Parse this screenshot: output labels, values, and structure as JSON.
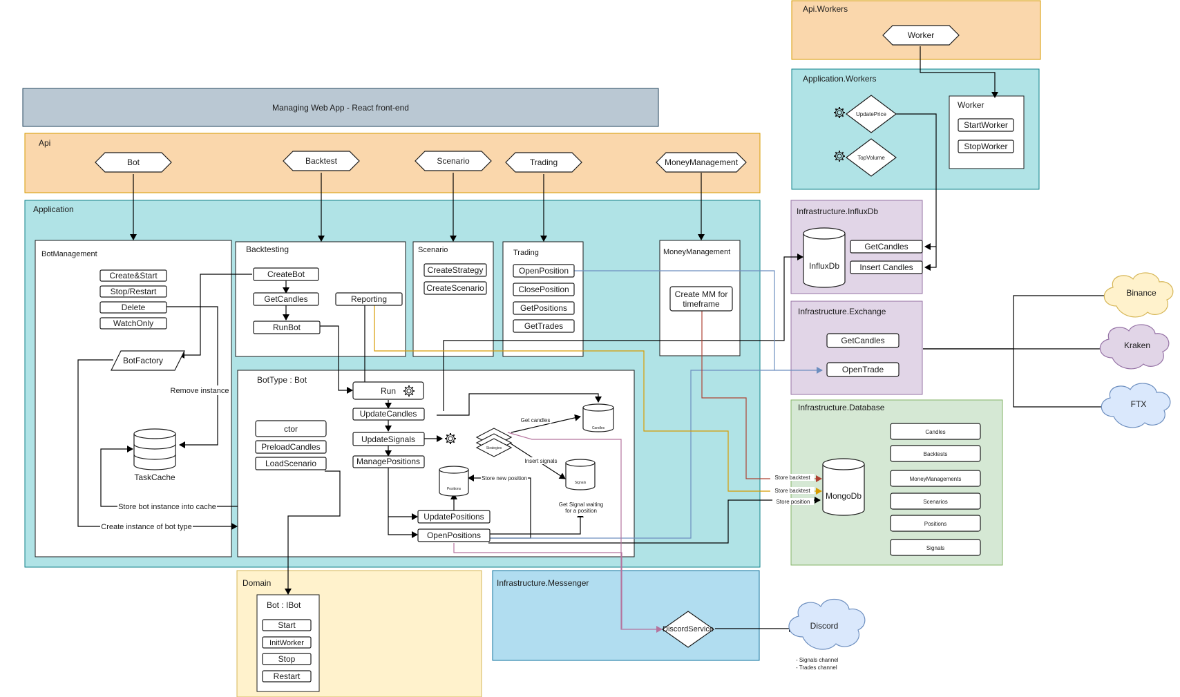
{
  "webapp": {
    "label": "Managing Web App - React front-end"
  },
  "api": {
    "title": "Api",
    "endpoints": [
      "Bot",
      "Backtest",
      "Scenario",
      "Trading",
      "MoneyManagement"
    ]
  },
  "api_workers": {
    "title": "Api.Workers",
    "worker": "Worker"
  },
  "app_workers": {
    "title": "Application.Workers",
    "update_price": "UpdatePrice",
    "top_volume": "TopVolume",
    "worker_title": "Worker",
    "start_worker": "StartWorker",
    "stop_worker": "StopWorker"
  },
  "application": {
    "title": "Application"
  },
  "bot_management": {
    "title": "BotManagement",
    "actions": [
      "Create&Start",
      "Stop/Restart",
      "Delete",
      "WatchOnly"
    ],
    "bot_factory": "BotFactory",
    "task_cache": "TaskCache",
    "remove_instance": "Remove instance",
    "store_instance": "Store bot instance into cache",
    "create_instance": "Create instance of bot type"
  },
  "backtesting": {
    "title": "Backtesting",
    "create_bot": "CreateBot",
    "get_candles": "GetCandles",
    "run_bot": "RunBot",
    "reporting": "Reporting"
  },
  "scenario": {
    "title": "Scenario",
    "create_strategy": "CreateStrategy",
    "create_scenario": "CreateScenario"
  },
  "trading": {
    "title": "Trading",
    "items": [
      "OpenPosition",
      "ClosePosition",
      "GetPositions",
      "GetTrades"
    ]
  },
  "money_management": {
    "title": "MoneyManagement",
    "create_mm": "Create MM for\ntimeframe"
  },
  "bot_type": {
    "title": "BotType : Bot",
    "run": "Run",
    "update_candles": "UpdateCandles",
    "update_signals": "UpdateSignals",
    "manage_positions": "ManagePositions",
    "update_positions": "UpdatePositions",
    "open_positions": "OpenPositions",
    "ctor": "ctor",
    "preload_candles": "PreloadCandles",
    "load_scenario": "LoadScenario",
    "candles_db": "Candles",
    "strategies": "Strategies",
    "signals_db": "Signals",
    "positions_db": "Positions",
    "get_candles_label": "Get candles",
    "insert_signals_label": "Insert signals",
    "store_position_label": "Store new position",
    "get_signal_label": "Get Signal waiting\nfor a position"
  },
  "domain": {
    "title": "Domain",
    "bot": "Bot : IBot",
    "items": [
      "Start",
      "InitWorker",
      "Stop",
      "Restart"
    ]
  },
  "influx": {
    "title": "Infrastructure.InfluxDb",
    "db": "InfluxDb",
    "get_candles": "GetCandles",
    "insert_candles": "Insert Candles"
  },
  "exchange": {
    "title": "Infrastructure.Exchange",
    "get_candles": "GetCandles",
    "open_trade": "OpenTrade"
  },
  "database": {
    "title": "Infrastructure.Database",
    "db": "MongoDb",
    "collections": [
      "Candles",
      "Backtests",
      "MoneyManagements",
      "Scenarios",
      "Positions",
      "Signals"
    ],
    "store_backtest_1": "Store backtest",
    "store_backtest_2": "Store backtest",
    "store_position": "Store position"
  },
  "messenger": {
    "title": "Infrastructure.Messenger",
    "discord_service": "DiscordService"
  },
  "discord": {
    "label": "Discord",
    "channels": [
      "- Signals channel",
      "- Trades channel"
    ]
  },
  "exchanges": [
    "Binance",
    "Kraken",
    "FTX"
  ],
  "colors": {
    "api": "#fad7ac",
    "api_stroke": "#d79b00",
    "application": "#b0e3e6",
    "application_stroke": "#0e8088",
    "infra_purple": "#e1d5e7",
    "infra_purple_stroke": "#9673a6",
    "database": "#d5e8d4",
    "database_stroke": "#82b366",
    "domain": "#fff2cc",
    "domain_stroke": "#d6b656",
    "messenger": "#b1ddf0",
    "messenger_stroke": "#10739e",
    "webapp": "#bac8d3",
    "webapp_stroke": "#23445d",
    "binance": "#fff2cc",
    "kraken": "#e1d5e7",
    "ftx": "#dae8fc",
    "discord": "#dae8fc",
    "blue_line": "#6c8ebf",
    "orange_line": "#d79b00",
    "brown_line": "#ae4132",
    "pink_line": "#b5739d"
  }
}
